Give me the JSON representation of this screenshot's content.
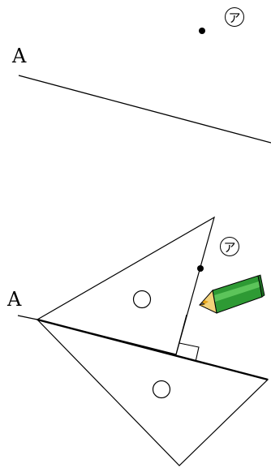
{
  "top_panel": {
    "line_label": "A",
    "point_marker": "ア"
  },
  "bottom_panel": {
    "line_label": "A",
    "point_marker": "ア"
  },
  "colors": {
    "stroke": "#000000",
    "background": "#ffffff",
    "pencil_body": "#2e9a34",
    "pencil_body_light": "#5cc45a",
    "pencil_end": "#1d6b22",
    "pencil_wood": "#f3d27a",
    "pencil_lead": "#6a6a6a"
  },
  "icons": {
    "pencil": "pencil-icon",
    "triangle_ruler": "set-square-icon"
  }
}
